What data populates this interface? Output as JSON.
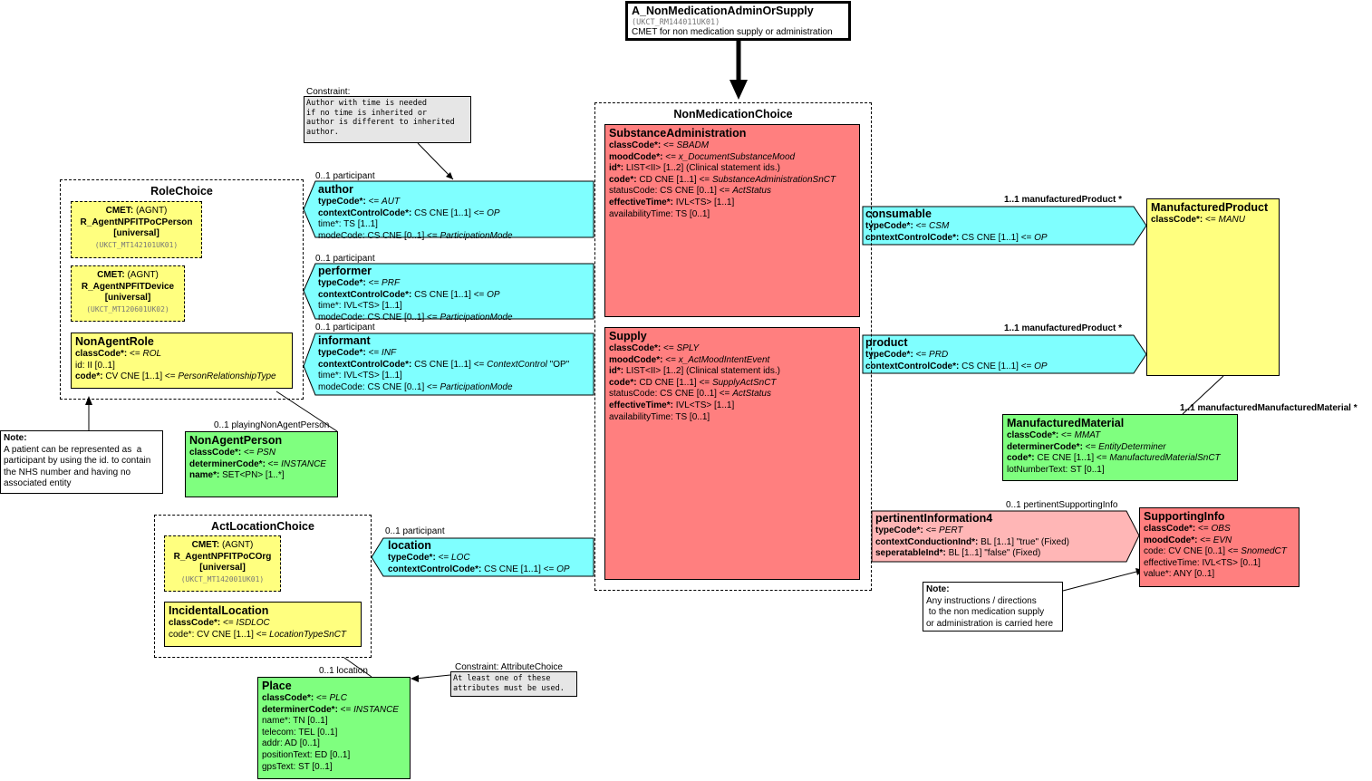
{
  "entry": {
    "name": "A_NonMedicationAdminOrSupply",
    "id": "(UKCT_RM144011UK01)",
    "desc": "CMET for non medication supply or administration"
  },
  "nonmed_choice": "NonMedicationChoice",
  "substance_admin": {
    "title": "SubstanceAdministration",
    "lines": [
      {
        "b": "classCode*:",
        "t": " <= ",
        "i": "SBADM"
      },
      {
        "b": "moodCode*:",
        "t": " <= ",
        "i": "x_DocumentSubstanceMood"
      },
      {
        "b": "id*:",
        "t": " LIST<II> [1..2] (Clinical statement ids.)",
        "i": ""
      },
      {
        "b": "code*:",
        "t": " CD CNE [1..1] <= ",
        "i": "SubstanceAdministrationSnCT"
      },
      {
        "b": "",
        "t": "statusCode: CS CNE [0..1] <= ",
        "i": "ActStatus"
      },
      {
        "b": "effectiveTime*:",
        "t": " IVL<TS> [1..1]",
        "i": ""
      },
      {
        "b": "",
        "t": "availabilityTime: TS [0..1]",
        "i": ""
      }
    ]
  },
  "supply": {
    "title": "Supply",
    "lines": [
      {
        "b": "classCode*:",
        "t": " <= ",
        "i": "SPLY"
      },
      {
        "b": "moodCode*:",
        "t": " <= ",
        "i": "x_ActMoodIntentEvent"
      },
      {
        "b": "id*:",
        "t": " LIST<II> [1..2] (Clinical statement ids.)",
        "i": ""
      },
      {
        "b": "code*:",
        "t": " CD CNE [1..1] <= ",
        "i": "SupplyActSnCT"
      },
      {
        "b": "",
        "t": "statusCode: CS CNE [0..1] <= ",
        "i": "ActStatus"
      },
      {
        "b": "effectiveTime*:",
        "t": " IVL<TS> [1..1]",
        "i": ""
      },
      {
        "b": "",
        "t": "availabilityTime: TS [0..1]",
        "i": ""
      }
    ]
  },
  "constraint_author": {
    "label": "Constraint:",
    "text": [
      "Author with time is needed",
      "if no time is inherited or",
      "author is different to inherited",
      "author."
    ]
  },
  "author": {
    "card": "0..1 participant",
    "title": "author",
    "lines": [
      {
        "b": "typeCode*:",
        "t": " <= ",
        "i": "AUT"
      },
      {
        "b": "contextControlCode*:",
        "t": " CS CNE [1..1] <= ",
        "i": "OP"
      },
      {
        "b": "",
        "t": "time*: TS [1..1]",
        "i": ""
      },
      {
        "b": "",
        "t": "modeCode: CS CNE [0..1] <= ",
        "i": "ParticipationMode"
      }
    ]
  },
  "performer": {
    "card": "0..1 participant",
    "title": "performer",
    "lines": [
      {
        "b": "typeCode*:",
        "t": " <= ",
        "i": "PRF"
      },
      {
        "b": "contextControlCode*:",
        "t": " CS CNE [1..1] <= ",
        "i": "OP"
      },
      {
        "b": "",
        "t": "time*: IVL<TS> [1..1]",
        "i": ""
      },
      {
        "b": "",
        "t": "modeCode: CS CNE [0..1] <= ",
        "i": "ParticipationMode"
      }
    ]
  },
  "informant": {
    "card": "0..1 participant",
    "title": "informant",
    "lines": [
      {
        "b": "typeCode*:",
        "t": " <= ",
        "i": "INF"
      },
      {
        "b": "contextControlCode*:",
        "t": " CS CNE [1..1] <= ",
        "i": "ContextControl",
        "x": " \"OP\""
      },
      {
        "b": "",
        "t": "time*: IVL<TS> [1..1]",
        "i": ""
      },
      {
        "b": "",
        "t": "modeCode: CS CNE [0..1] <= ",
        "i": "ParticipationMode"
      }
    ]
  },
  "location": {
    "card": "0..1 participant",
    "title": "location",
    "lines": [
      {
        "b": "typeCode*:",
        "t": " <= ",
        "i": "LOC"
      },
      {
        "b": "contextControlCode*:",
        "t": " CS CNE [1..1] <= ",
        "i": "OP"
      }
    ]
  },
  "role_choice": {
    "title": "RoleChoice",
    "cmet1": {
      "l1": "CMET:",
      "l1b": " (AGNT)",
      "l2": "R_AgentNPFITPoCPerson",
      "l3": "[universal]",
      "l4": "(UKCT_MT142101UK01)"
    },
    "cmet2": {
      "l1": "CMET:",
      "l1b": " (AGNT)",
      "l2": "R_AgentNPFITDevice",
      "l3": "[universal]",
      "l4": "(UKCT_MT120601UK02)"
    },
    "nonagent": {
      "title": "NonAgentRole",
      "lines": [
        {
          "b": "classCode*:",
          "t": " <= ",
          "i": "ROL"
        },
        {
          "b": "",
          "t": "id: II [0..1]",
          "i": ""
        },
        {
          "b": "code*:",
          "t": " CV CNE [1..1] <= ",
          "i": "PersonRelationshipType"
        }
      ]
    }
  },
  "note_patient": {
    "label": "Note:",
    "text": [
      "A patient can be represented as  a",
      "participant by using the id. to contain",
      "the NHS number and having no",
      "associated entity"
    ]
  },
  "nonagent_person": {
    "card": "0..1 playingNonAgentPerson",
    "title": "NonAgentPerson",
    "lines": [
      {
        "b": "classCode*:",
        "t": " <= ",
        "i": "PSN"
      },
      {
        "b": "determinerCode*:",
        "t": " <= ",
        "i": "INSTANCE"
      },
      {
        "b": "name*:",
        "t": " SET<PN> [1..*]",
        "i": ""
      }
    ]
  },
  "act_location_choice": {
    "title": "ActLocationChoice",
    "cmet": {
      "l1": "CMET:",
      "l1b": " (AGNT)",
      "l2": "R_AgentNPFITPoCOrg",
      "l3": "[universal]",
      "l4": "(UKCT_MT142001UK01)"
    },
    "incidental": {
      "title": "IncidentalLocation",
      "lines": [
        {
          "b": "classCode*:",
          "t": " <= ",
          "i": "ISDLOC"
        },
        {
          "b": "",
          "t": "code*: CV CNE [1..1] <= ",
          "i": "LocationTypeSnCT"
        }
      ]
    }
  },
  "place": {
    "card": "0..1 location",
    "title": "Place",
    "lines": [
      {
        "b": "classCode*:",
        "t": " <= ",
        "i": "PLC"
      },
      {
        "b": "determinerCode*:",
        "t": " <= ",
        "i": "INSTANCE"
      },
      {
        "b": "",
        "t": "name*: TN [0..1]",
        "i": ""
      },
      {
        "b": "",
        "t": "telecom: TEL [0..1]",
        "i": ""
      },
      {
        "b": "",
        "t": "addr: AD [0..1]",
        "i": ""
      },
      {
        "b": "",
        "t": "positionText: ED [0..1]",
        "i": ""
      },
      {
        "b": "",
        "t": "gpsText: ST [0..1]",
        "i": ""
      }
    ]
  },
  "constraint_place": {
    "label": "Constraint: AttributeChoice",
    "text": [
      "At least one of these",
      "attributes must be used."
    ]
  },
  "consumable": {
    "card": "1..1 manufacturedProduct  *",
    "title": "consumable",
    "lines": [
      {
        "b": "typeCode*:",
        "t": " <= ",
        "i": "CSM"
      },
      {
        "b": "contextControlCode*:",
        "t": " CS CNE [1..1] <= ",
        "i": "OP"
      }
    ]
  },
  "product": {
    "card": "1..1 manufacturedProduct  *",
    "title": "product",
    "lines": [
      {
        "b": "typeCode*:",
        "t": " <= ",
        "i": "PRD"
      },
      {
        "b": "contextControlCode*:",
        "t": " CS CNE [1..1] <= ",
        "i": "OP"
      }
    ]
  },
  "manufactured_product": {
    "title": "ManufacturedProduct",
    "lines": [
      {
        "b": "classCode*:",
        "t": " <= ",
        "i": "MANU"
      }
    ]
  },
  "manufactured_material": {
    "card": "1..1 manufacturedManufacturedMaterial  *",
    "title": "ManufacturedMaterial",
    "lines": [
      {
        "b": "classCode*:",
        "t": " <= ",
        "i": "MMAT"
      },
      {
        "b": "determinerCode*:",
        "t": " <= ",
        "i": "EntityDeterminer"
      },
      {
        "b": "code*:",
        "t": " CE CNE [1..1] <= ",
        "i": "ManufacturedMaterialSnCT"
      },
      {
        "b": "",
        "t": "lotNumberText: ST [0..1]",
        "i": ""
      }
    ]
  },
  "pertinent": {
    "card": "0..1 pertinentSupportingInfo",
    "title": "pertinentInformation4",
    "lines": [
      {
        "b": "typeCode*:",
        "t": " <= ",
        "i": "PERT"
      },
      {
        "b": "contextConductionInd*:",
        "t": " BL [1..1] \"true\" (Fixed)",
        "i": ""
      },
      {
        "b": "seperatableInd*:",
        "t": " BL [1..1] \"false\" (Fixed)",
        "i": ""
      }
    ]
  },
  "supporting_info": {
    "title": "SupportingInfo",
    "lines": [
      {
        "b": "classCode*:",
        "t": " <= ",
        "i": "OBS"
      },
      {
        "b": "moodCode*:",
        "t": " <= ",
        "i": "EVN"
      },
      {
        "b": "",
        "t": "code: CV CNE [0..1] <= ",
        "i": "SnomedCT"
      },
      {
        "b": "",
        "t": "effectiveTime: IVL<TS> [0..1]",
        "i": ""
      },
      {
        "b": "",
        "t": "value*: ANY [0..1]",
        "i": ""
      }
    ]
  },
  "note_supply": {
    "label": "Note:",
    "text": [
      "Any instructions / directions",
      " to the non medication supply",
      "or administration is carried here"
    ]
  }
}
